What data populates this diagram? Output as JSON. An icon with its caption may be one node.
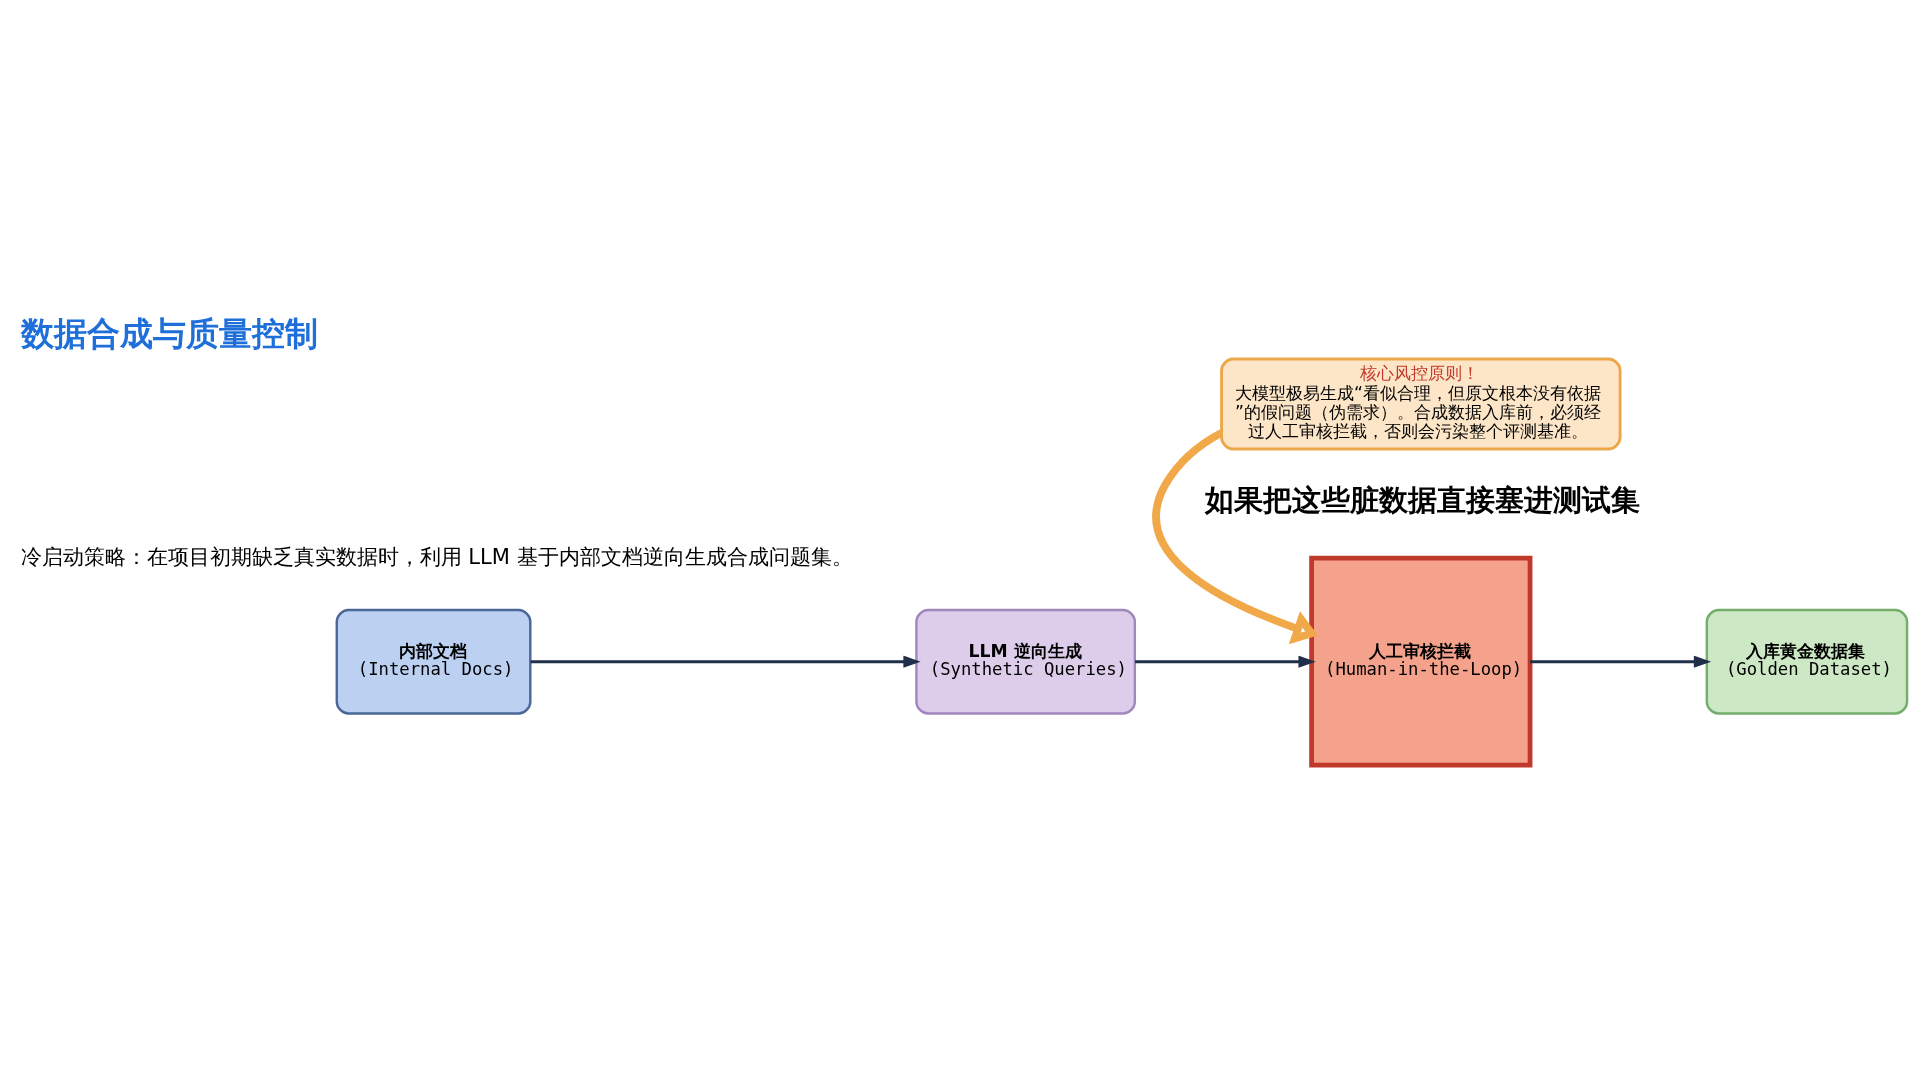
{
  "diagram": {
    "title": "数据合成与质量控制",
    "nodes": [
      {
        "text": [
          "内部文档",
          "(Internal Docs)"
        ]
      },
      {
        "text": [
          "LLM 逆向生成",
          "(Synthetic Queries)"
        ]
      },
      {
        "text": [
          "人工审核拦截",
          "(Human-in-the-Loop)"
        ]
      },
      {
        "text": [
          "入库黄金数据集",
          "(Golden Dataset)"
        ]
      },
      {
        "text": [
          "核心风控原则！",
          "大模型极易生成“看似合理，但原文根本没有依据”的假问题（伪需求）。合成数据入库前，必须经过人工审核拦截，否则会污染整个评测基准。"
        ]
      }
    ],
    "edges": [
      {
        "from": 0,
        "to": 1,
        "arrow": "to"
      },
      {
        "from": 1,
        "to": 2,
        "arrow": "to"
      },
      {
        "from": 2,
        "to": 3,
        "arrow": "to"
      },
      {
        "from": 4,
        "to": 2,
        "arrow": "to",
        "style": "thick",
        "color": "#f0a848"
      }
    ],
    "labels": [
      "冷启动策略：在项目初期缺乏真实数据时，利用 LLM 基于内部文档逆向生成合成问题集。",
      "如果把这些脏数据直接塞进测试集"
    ]
  }
}
